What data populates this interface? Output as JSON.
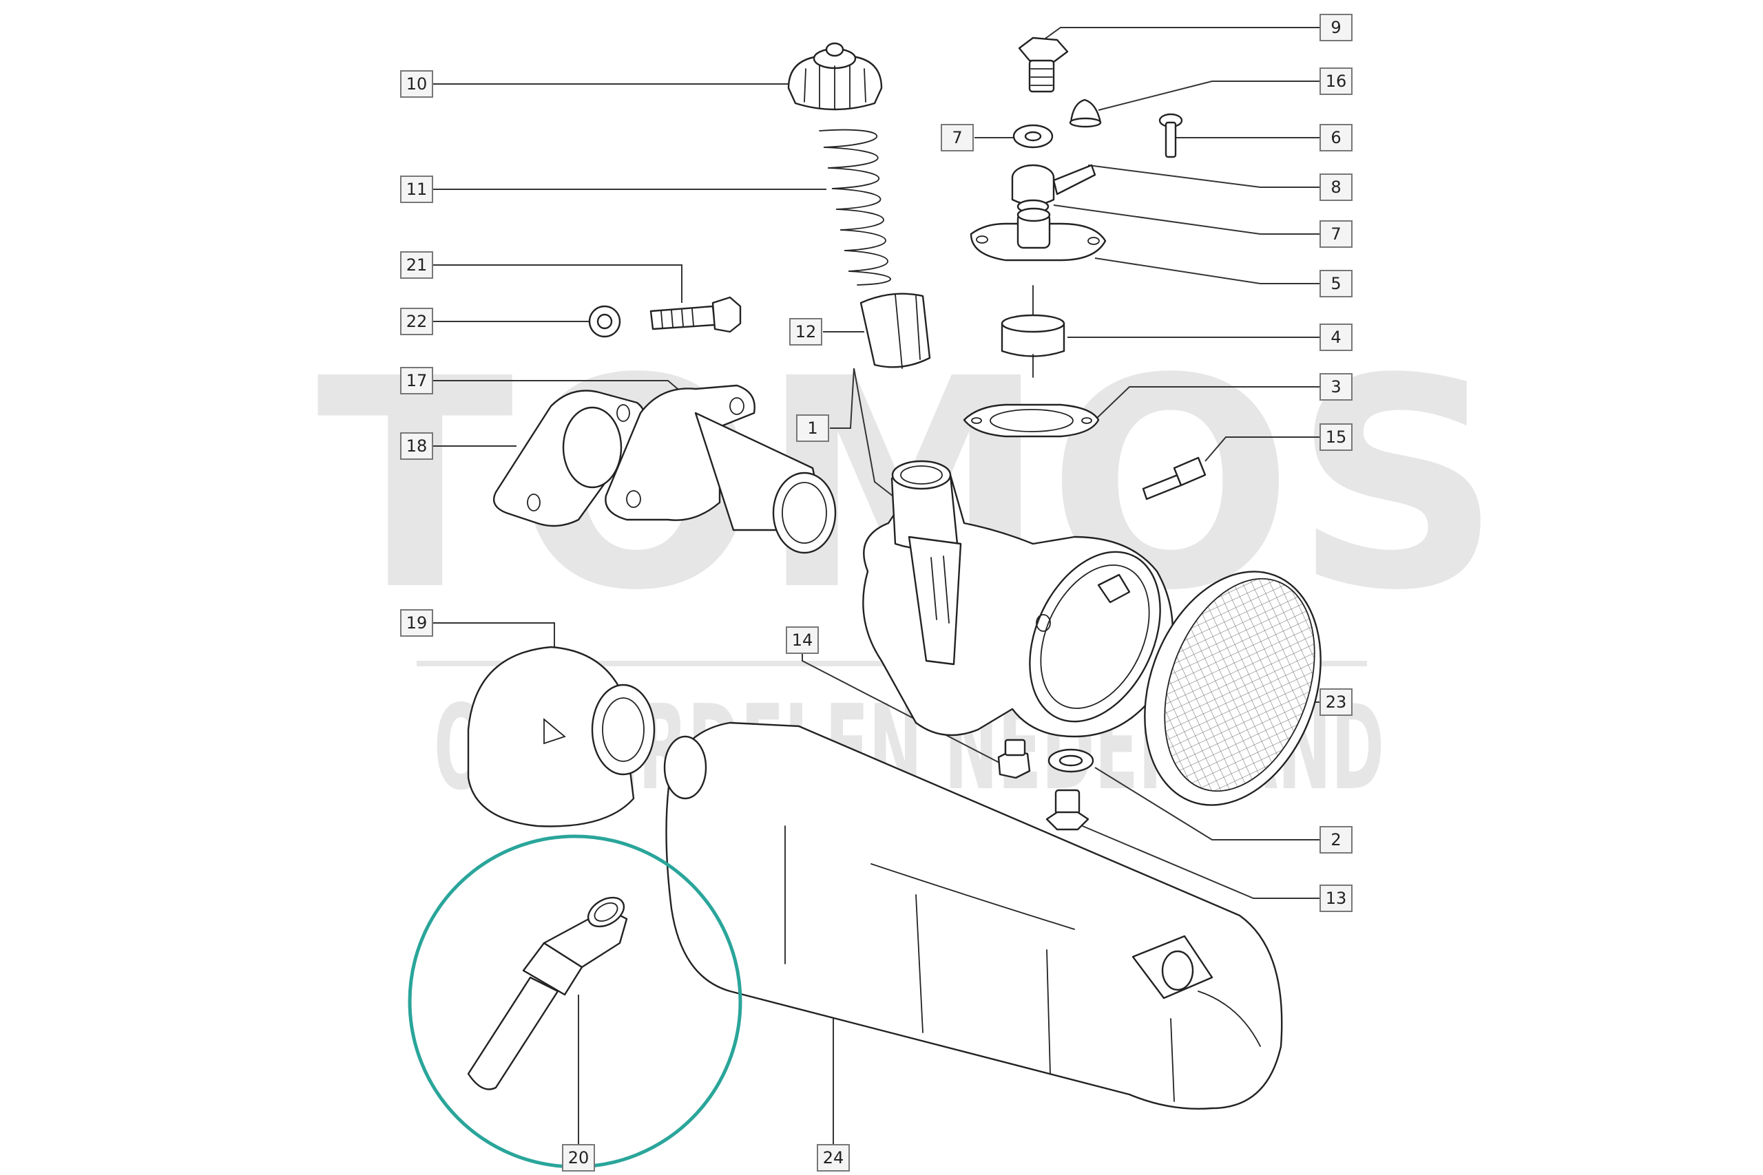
{
  "watermark": {
    "line1": "TOMOS",
    "line2": "ONDERDELEN NEDERLAND"
  },
  "accent_color": "#2aa59a",
  "callouts": [
    {
      "id": "c9",
      "label": "9"
    },
    {
      "id": "c10",
      "label": "10"
    },
    {
      "id": "c16",
      "label": "16"
    },
    {
      "id": "c7a",
      "label": "7"
    },
    {
      "id": "c6",
      "label": "6"
    },
    {
      "id": "c11",
      "label": "11"
    },
    {
      "id": "c8",
      "label": "8"
    },
    {
      "id": "c7b",
      "label": "7"
    },
    {
      "id": "c21",
      "label": "21"
    },
    {
      "id": "c5",
      "label": "5"
    },
    {
      "id": "c22",
      "label": "22"
    },
    {
      "id": "c12",
      "label": "12"
    },
    {
      "id": "c4",
      "label": "4"
    },
    {
      "id": "c17",
      "label": "17"
    },
    {
      "id": "c3",
      "label": "3"
    },
    {
      "id": "c1",
      "label": "1"
    },
    {
      "id": "c18",
      "label": "18"
    },
    {
      "id": "c15",
      "label": "15"
    },
    {
      "id": "c19",
      "label": "19"
    },
    {
      "id": "c14",
      "label": "14"
    },
    {
      "id": "c23",
      "label": "23"
    },
    {
      "id": "c2",
      "label": "2"
    },
    {
      "id": "c13",
      "label": "13"
    },
    {
      "id": "c20",
      "label": "20"
    },
    {
      "id": "c24",
      "label": "24"
    }
  ]
}
